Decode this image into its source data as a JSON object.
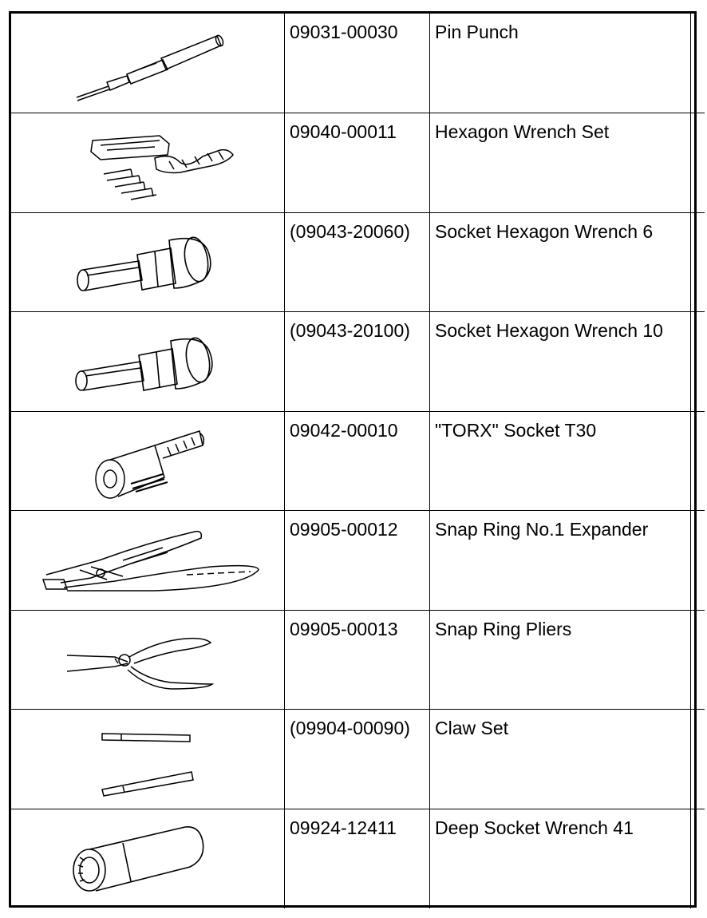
{
  "tools": [
    {
      "icon": "pin-punch-icon",
      "part_number": "09031-00030",
      "name": "Pin Punch"
    },
    {
      "icon": "hexagon-wrench-set-icon",
      "part_number": "09040-00011",
      "name": "Hexagon Wrench Set"
    },
    {
      "icon": "socket-hexagon-wrench-icon",
      "part_number": "(09043-20060)",
      "name": "Socket Hexagon Wrench 6"
    },
    {
      "icon": "socket-hexagon-wrench-icon",
      "part_number": "(09043-20100)",
      "name": "Socket Hexagon Wrench 10"
    },
    {
      "icon": "torx-socket-icon",
      "part_number": "09042-00010",
      "name": "\"TORX\" Socket T30"
    },
    {
      "icon": "snap-ring-expander-icon",
      "part_number": "09905-00012",
      "name": "Snap Ring No.1 Expander"
    },
    {
      "icon": "snap-ring-pliers-icon",
      "part_number": "09905-00013",
      "name": "Snap Ring Pliers"
    },
    {
      "icon": "claw-set-icon",
      "part_number": "(09904-00090)",
      "name": "Claw Set"
    },
    {
      "icon": "deep-socket-wrench-icon",
      "part_number": "09924-12411",
      "name": "Deep Socket Wrench 41"
    }
  ]
}
